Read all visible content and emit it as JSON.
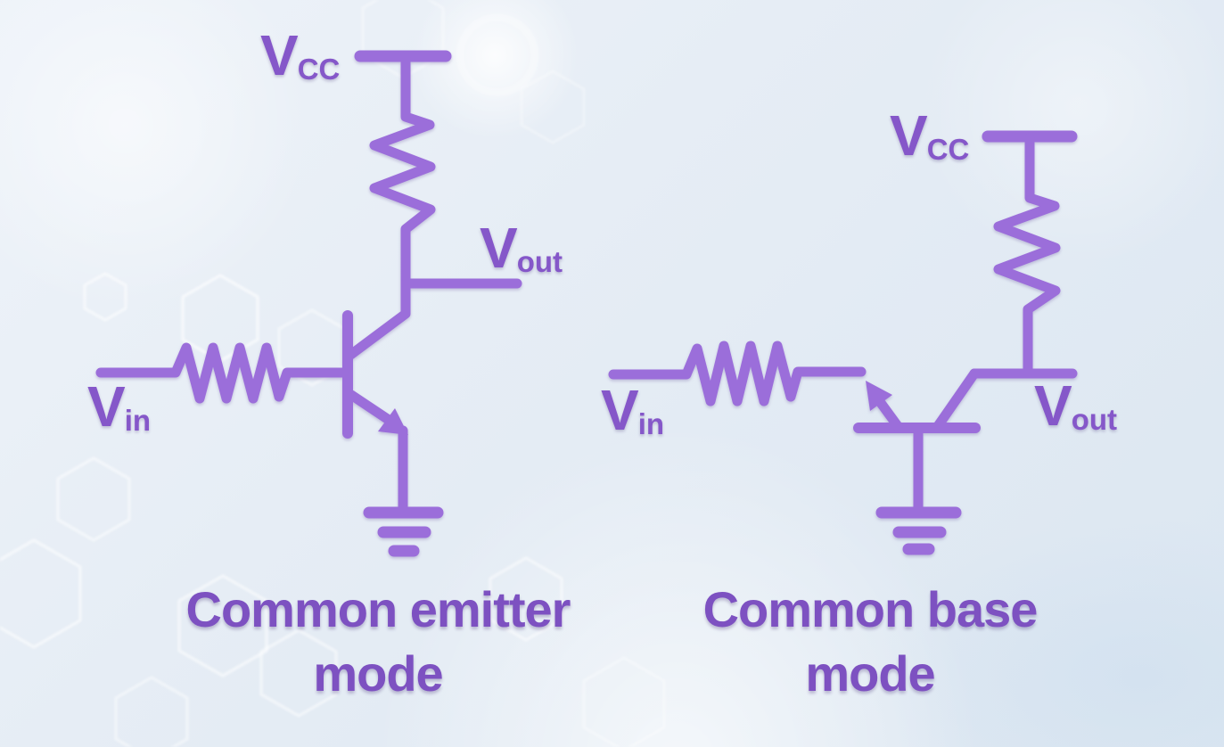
{
  "colors": {
    "circuit": "#9b6eda",
    "label": "#8557c9",
    "caption": "#7d51c1",
    "hexagon": "#ffffff",
    "background_light": "#eef3f9",
    "background_dark": "#dbe6f1"
  },
  "left_circuit": {
    "title": "common emitter amplifier schematic",
    "supply_label": {
      "main": "V",
      "sub": "CC"
    },
    "input_label": {
      "main": "V",
      "sub": "in"
    },
    "output_label": {
      "main": "V",
      "sub": "out"
    },
    "caption_lines": [
      "Common emitter",
      "mode"
    ]
  },
  "right_circuit": {
    "title": "common base amplifier schematic",
    "supply_label": {
      "main": "V",
      "sub": "CC"
    },
    "input_label": {
      "main": "V",
      "sub": "in"
    },
    "output_label": {
      "main": "V",
      "sub": "out"
    },
    "caption_lines": [
      "Common base",
      "mode"
    ]
  }
}
